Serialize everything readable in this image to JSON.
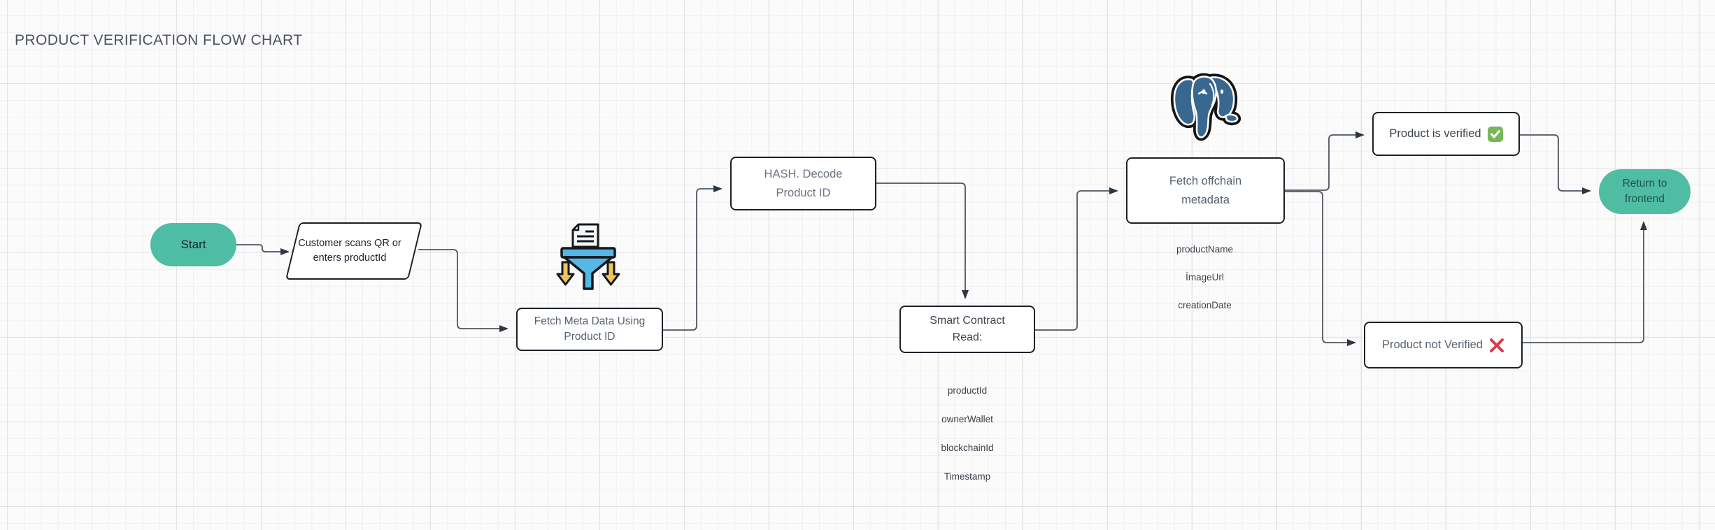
{
  "title": "PRODUCT VERIFICATION FLOW CHART",
  "colors": {
    "accent-teal": "#4fbda3",
    "node-border": "#1b2127",
    "edge-gray": "#4e5660",
    "postgres-blue": "#38678f",
    "funnel-blue": "#56b6e4",
    "arrow-gold": "#f0c655",
    "check-green": "#77b75a",
    "cross-red": "#d23c4c"
  },
  "nodes": {
    "start": {
      "label": "Start",
      "shape": "pill"
    },
    "scan_input": {
      "label": "Customer scans QR or enters productId",
      "shape": "parallelogram"
    },
    "fetch_meta": {
      "label": "Fetch Meta Data Using Product ID",
      "shape": "rect"
    },
    "hash_decode": {
      "label": "HASH. Decode Product ID",
      "shape": "rect"
    },
    "smart_contract": {
      "label": "Smart Contract Read:",
      "shape": "rect",
      "fields": [
        "productId",
        "ownerWallet",
        "blockchainId",
        "Timestamp"
      ]
    },
    "fetch_offchain": {
      "label": "Fetch offchain metadata",
      "shape": "rect",
      "fields": [
        "productName",
        "İmageUrl",
        "creationDate"
      ]
    },
    "verified": {
      "label": "Product is verified",
      "icon": "check-badge-icon"
    },
    "not_verified": {
      "label": "Product not Verified",
      "icon": "red-cross-icon"
    },
    "return_frontend": {
      "label": "Return to frontend",
      "shape": "pill"
    }
  },
  "icons": {
    "funnel": "document-filter-funnel-icon",
    "database": "postgresql-elephant-icon"
  }
}
